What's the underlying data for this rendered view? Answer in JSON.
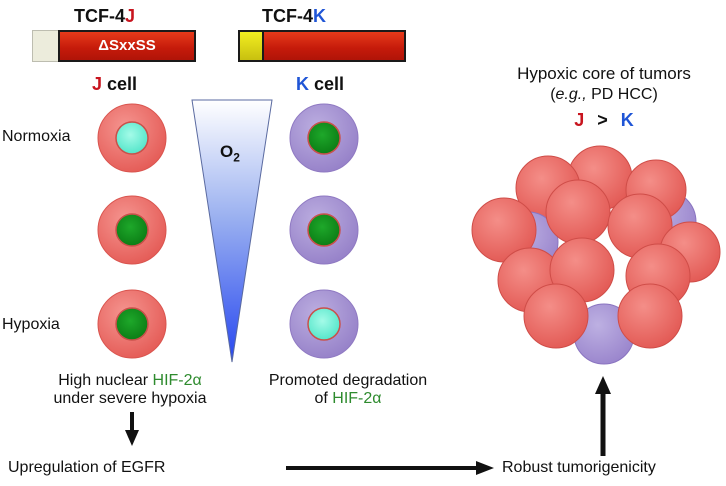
{
  "constructs": {
    "j": {
      "name_prefix": "TCF-4",
      "name_suffix": "J",
      "deletion_label": "ΔSxxSS",
      "cell_suffix": "J",
      "cell_word": "cell"
    },
    "k": {
      "name_prefix": "TCF-4",
      "name_suffix": "K",
      "cell_suffix": "K",
      "cell_word": "cell"
    }
  },
  "conditions": {
    "normoxia": "Normoxia",
    "hypoxia": "Hypoxia"
  },
  "gradient": {
    "label_main": "O",
    "label_sub": "2"
  },
  "j_outcome": {
    "line1_prefix": "High nuclear ",
    "line1_hif": "HIF-2α",
    "line2": "under severe hypoxia"
  },
  "k_outcome": {
    "line1": "Promoted degradation",
    "line2_prefix": "of ",
    "line2_hif": "HIF-2α"
  },
  "egfr": "Upregulation of EGFR",
  "tumorigenicity": "Robust tumorigenicity",
  "tumor": {
    "title": "Hypoxic core of tumors",
    "subtitle_italic": "e.g.,",
    "subtitle_rest": " PD HCC",
    "subtitle_open": "(",
    "subtitle_close": ")",
    "compare_left": "J",
    "compare_op": ">",
    "compare_right": "K"
  },
  "colors": {
    "j_cell_fill": "#ee6d68",
    "k_cell_fill": "#a792d2",
    "nucleus_cyan": "#6ff0d8",
    "nucleus_green": "#0e8c1c",
    "hif_green": "#2e8b2e",
    "gradient_top": "#ffffff",
    "gradient_bottom": "#2747f0"
  }
}
